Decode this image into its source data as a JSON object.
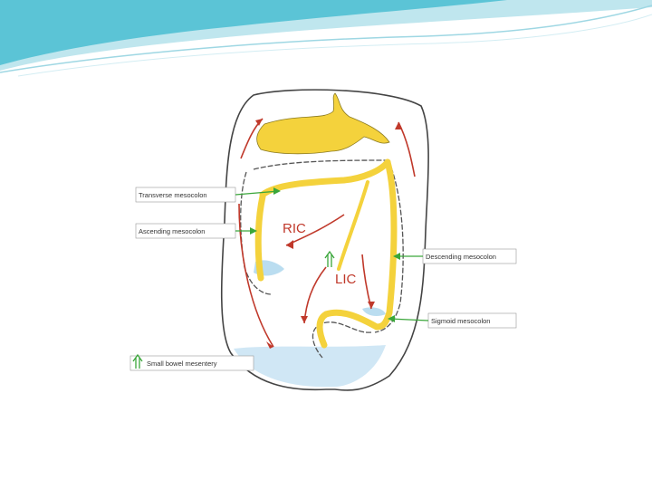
{
  "colors": {
    "header_teal": "#5bc4d6",
    "header_light": "#bfe6ee",
    "mesentery_yellow": "#f4d23c",
    "arrow_red": "#c0392b",
    "label_arrow_green": "#3aa63a",
    "fluid_blue": "#a9d4ec"
  },
  "icons": {
    "small_bowel_symbol": "double-arrow-up-icon"
  },
  "figure": {
    "labels": {
      "transverse_mesocolon": "Transverse mesocolon",
      "ascending_mesocolon": "Ascending mesocolon",
      "descending_mesocolon": "Descending mesocolon",
      "sigmoid_mesocolon": "Sigmoid mesocolon",
      "small_bowel_mesentery": "Small bowel mesentery"
    },
    "regions": {
      "ric": "RIC",
      "lic": "LIC"
    }
  }
}
